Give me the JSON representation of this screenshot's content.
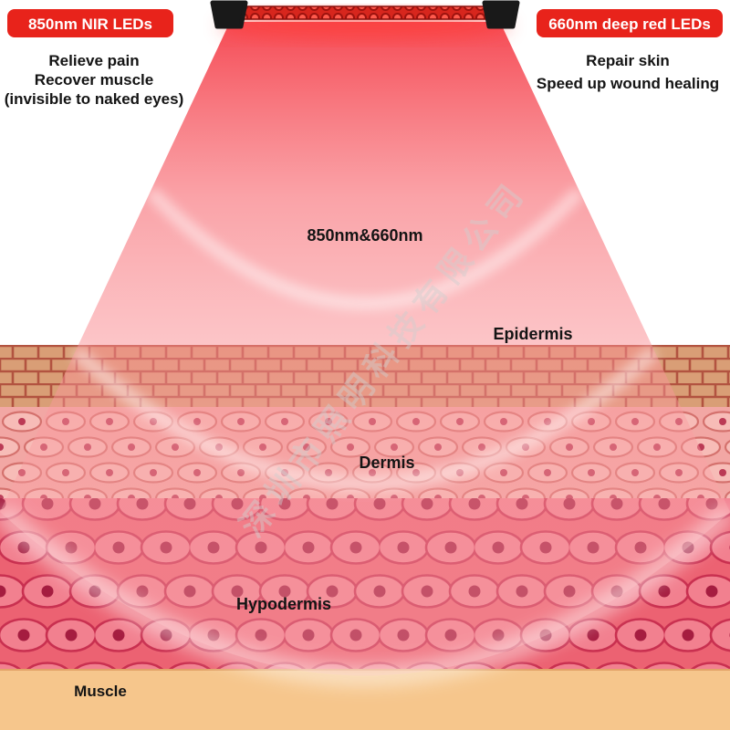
{
  "badges": {
    "left": {
      "label": "850nm NIR LEDs",
      "bg_color": "#e8231b",
      "text_color": "#ffffff"
    },
    "right": {
      "label": "660nm deep red LEDs",
      "bg_color": "#e8231b",
      "text_color": "#ffffff"
    }
  },
  "benefits": {
    "left": [
      "Relieve pain",
      "Recover muscle",
      "(invisible to naked eyes)"
    ],
    "right": [
      "Repair skin",
      "Speed up wound healing"
    ]
  },
  "beam": {
    "label": "850nm&660nm",
    "core_color": "#f5404b",
    "fade_color": "#fbb9bb"
  },
  "layers": {
    "epidermis": {
      "label": "Epidermis",
      "base_color": "#d99e76"
    },
    "dermis": {
      "label": "Dermis",
      "base_color": "#f2a7a4"
    },
    "hypodermis": {
      "label": "Hypodermis",
      "base_color": "#ec6272"
    },
    "muscle": {
      "label": "Muscle",
      "base_color": "#f6c68c"
    }
  },
  "watermark": {
    "text": "深圳市照明科技有限公司"
  },
  "ink_color": "#141414"
}
